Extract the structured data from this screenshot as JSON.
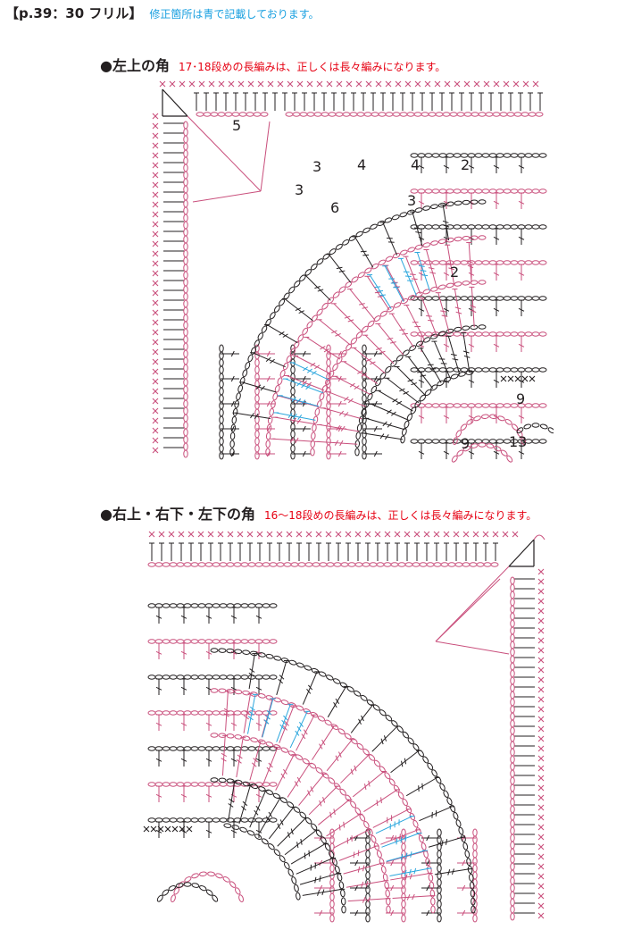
{
  "header": {
    "title": "【p.39：30 フリル】",
    "note": "修正箇所は青で記載しております。"
  },
  "sections": [
    {
      "label": "●左上の角",
      "note": "17･18段めの長編みは、正しくは長々編みになります。",
      "row_numbers": [
        "5",
        "3",
        "4",
        "4",
        "2",
        "3",
        "6",
        "3",
        "2",
        "9",
        "9",
        "13"
      ]
    },
    {
      "label": "●右上・右下・左下の角",
      "note": "16〜18段めの長編みは、正しくは長々編みになります。"
    }
  ],
  "colors": {
    "black": "#231f20",
    "pink": "#c94f7c",
    "blue": "#2aa6dd",
    "red_note": "#e60012",
    "blue_note": "#1aa0e0"
  }
}
